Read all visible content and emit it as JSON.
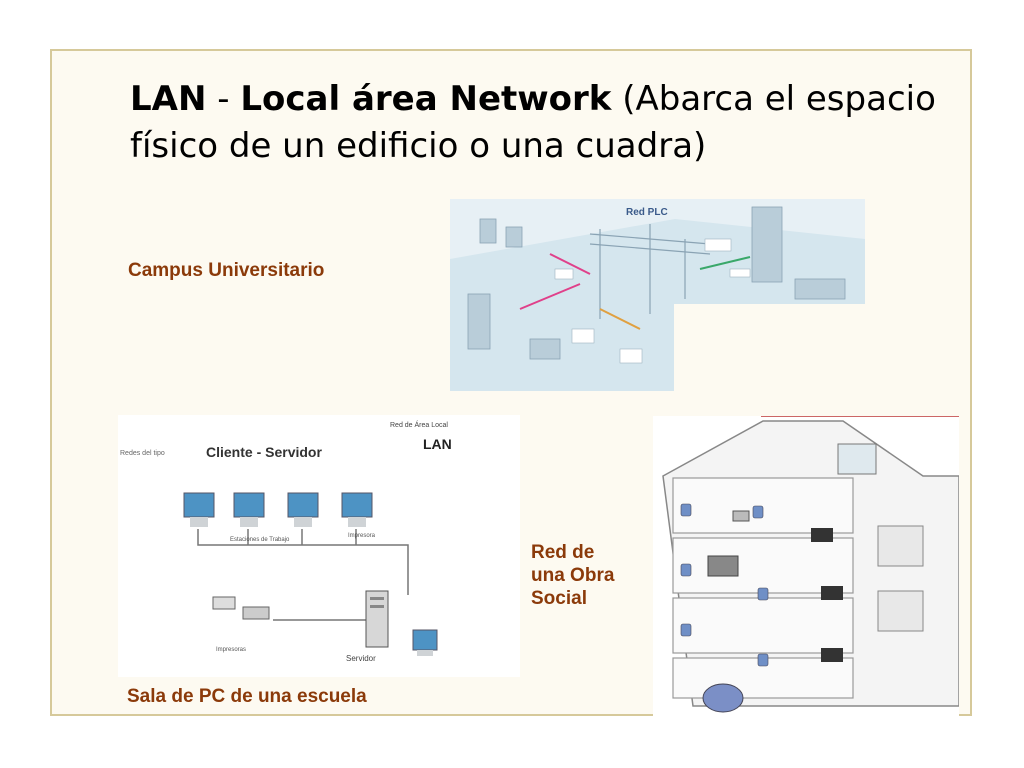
{
  "title": {
    "part1_bold": "LAN",
    "separator": " - ",
    "part2_bold": "Local área Network",
    "part3": " (Abarca el espacio físico  de un edificio o una cuadra)"
  },
  "labels": {
    "campus": "Campus Universitario",
    "obra_social": [
      "Red de",
      "una Obra",
      "Social"
    ],
    "escuela": "Sala de PC de una escuela"
  },
  "plc_image": {
    "title": "Red PLC"
  },
  "lan_image": {
    "header_small": "Redes del tipo",
    "header_big": "Cliente - Servidor",
    "top_right_small": "Red de Área Local",
    "top_right_big": "LAN",
    "workstations_label": "Estaciones de Trabajo",
    "printer_label": "Impresora",
    "peripherals_label": "Impresoras",
    "server_label": "Servidor"
  },
  "colors": {
    "frame_border": "#d6c99a",
    "slide_bg": "#fdfaf1",
    "label_color": "#8b3a0a"
  }
}
